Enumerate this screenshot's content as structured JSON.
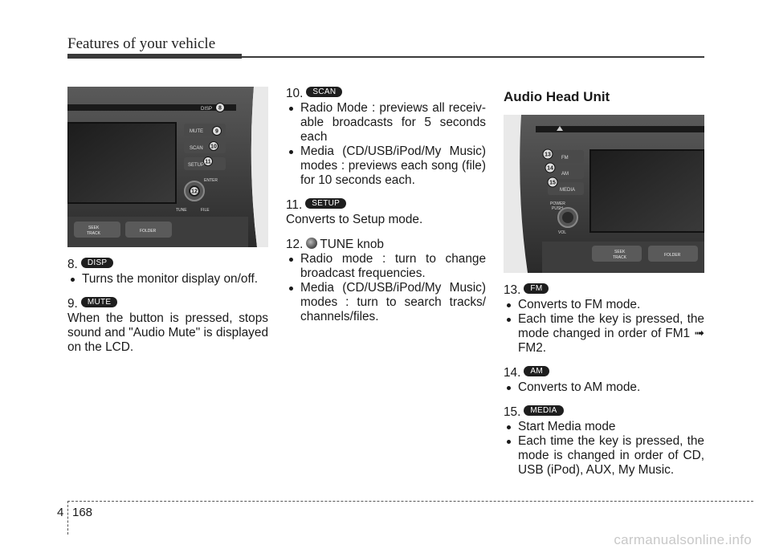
{
  "header": {
    "title": "Features of your vehicle"
  },
  "photo1": {
    "labels": {
      "disp": "DISP",
      "mute": "MUTE",
      "scan": "SCAN",
      "setup": "SETUP",
      "enter": "ENTER",
      "tune": "TUNE",
      "file": "FILE",
      "seek": "SEEK",
      "track": "TRACK",
      "folder": "FOLDER"
    },
    "callouts": [
      "8",
      "9",
      "10",
      "11",
      "12"
    ]
  },
  "photo2": {
    "labels": {
      "fm": "FM",
      "am": "AM",
      "media": "MEDIA",
      "power": "POWER",
      "push": "PUSH",
      "vol": "VOL",
      "seek": "SEEK",
      "track": "TRACK",
      "folder": "FOLDER"
    },
    "callouts": [
      "13",
      "14",
      "15"
    ]
  },
  "col1": {
    "item8": {
      "number": "8.",
      "badge": "DISP",
      "bullets": [
        "Turns the monitor display on/off."
      ]
    },
    "item9": {
      "number": "9.",
      "badge": "MUTE",
      "text": "When the button is pressed, stops sound and \"Audio Mute\" is displayed on the LCD."
    }
  },
  "col2": {
    "item10": {
      "number": "10.",
      "badge": "SCAN",
      "bullets": [
        "Radio Mode : previews all receiv-able broadcasts for 5 seconds each",
        "Media (CD/USB/iPod/My Music) modes : previews each song (file) for 10 seconds each."
      ]
    },
    "item11": {
      "number": "11.",
      "badge": "SETUP",
      "text": "Converts to Setup mode."
    },
    "item12": {
      "number": "12.",
      "label": "TUNE knob",
      "bullets": [
        "Radio mode : turn to change broadcast frequencies.",
        "Media (CD/USB/iPod/My Music) modes : turn to search tracks/ channels/files."
      ]
    }
  },
  "col3": {
    "section_title": "Audio Head Unit",
    "item13": {
      "number": "13.",
      "badge": "FM",
      "bullets": [
        "Converts to FM mode.",
        "Each time the key is pressed, the mode changed in order of FM1 ➟ FM2."
      ]
    },
    "item14": {
      "number": "14.",
      "badge": "AM",
      "bullets": [
        "Converts to AM mode."
      ]
    },
    "item15": {
      "number": "15.",
      "badge": "MEDIA",
      "bullets": [
        "Start Media mode",
        "Each time the key is pressed, the mode is changed in order of CD, USB (iPod), AUX, My Music."
      ]
    }
  },
  "footer": {
    "chapter": "4",
    "page": "168",
    "watermark": "carmanualsonline.info"
  }
}
